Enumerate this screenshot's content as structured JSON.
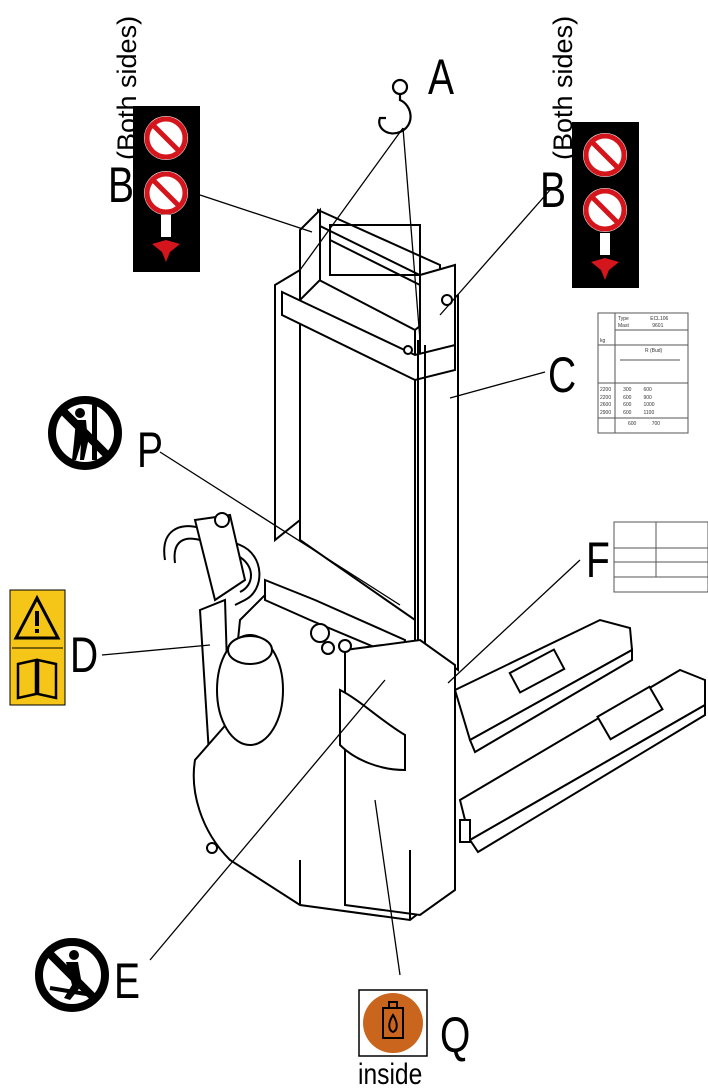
{
  "labels": {
    "A": "A",
    "B_left": "B",
    "B_right": "B",
    "C": "C",
    "D": "D",
    "E": "E",
    "F": "F",
    "P": "P",
    "Q": "Q"
  },
  "notes": {
    "both_sides_left": "(Both sides)",
    "both_sides_right": "(Both sides)",
    "inside": "inside"
  },
  "plate_c": {
    "type_label": "Type",
    "type_value": "ECL106",
    "mast_label": "Mast",
    "mast_value": "9601",
    "col_header": "kg",
    "sub_header": "R (Bud)",
    "rows": [
      "2200",
      "2200",
      "2600",
      "2900"
    ],
    "row_vals_1": [
      "300",
      "600",
      "600",
      "600"
    ],
    "row_vals_2": [
      "600",
      "900",
      "1000",
      "1100"
    ],
    "footer_a": "600",
    "footer_b": "700"
  },
  "colors": {
    "ink": "#000000",
    "warning_yellow": "#f5c518",
    "prohibit_red": "#d4161c",
    "label_black": "#000000",
    "oil_orange": "#c9651c"
  }
}
